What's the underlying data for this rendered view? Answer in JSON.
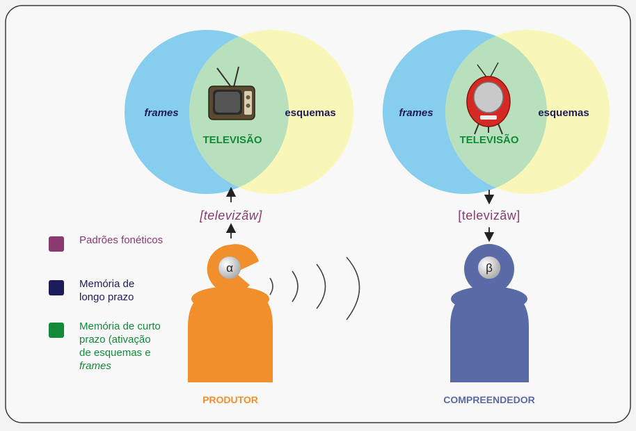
{
  "colors": {
    "background": "#f3f3f3",
    "frames_circle": "#86cdee",
    "esquemas_circle": "#f8f7b7",
    "overlap": "#b8e0bc",
    "phonetic": "#8a3a70",
    "long_term": "#1e1b5a",
    "short_term": "#138a3a",
    "produtor": "#f08f2c",
    "compreendedor": "#5a6aa7"
  },
  "left_venn": {
    "frames_label": "frames",
    "esquemas_label": "esquemas",
    "concept_label": "TELEVISÃO",
    "icon": "vintage-tv-icon"
  },
  "right_venn": {
    "frames_label": "frames",
    "esquemas_label": "esquemas",
    "concept_label": "TELEVISÃO",
    "icon": "red-retro-tv-icon"
  },
  "left_phonetic": "[televizãw]",
  "right_phonetic": "[televizãw]",
  "produtor": {
    "symbol": "α",
    "label": "PRODUTOR"
  },
  "compreendedor": {
    "symbol": "β",
    "label": "COMPREENDEDOR"
  },
  "legend": [
    {
      "label": "Padrões fonéticos",
      "color": "#8a3a70"
    },
    {
      "label": "Memória de longo prazo",
      "color": "#1e1b5a"
    },
    {
      "label_main": "Memória de curto prazo (ativação de esquemas e ",
      "label_italic": "frames",
      "color": "#138a3a"
    }
  ]
}
